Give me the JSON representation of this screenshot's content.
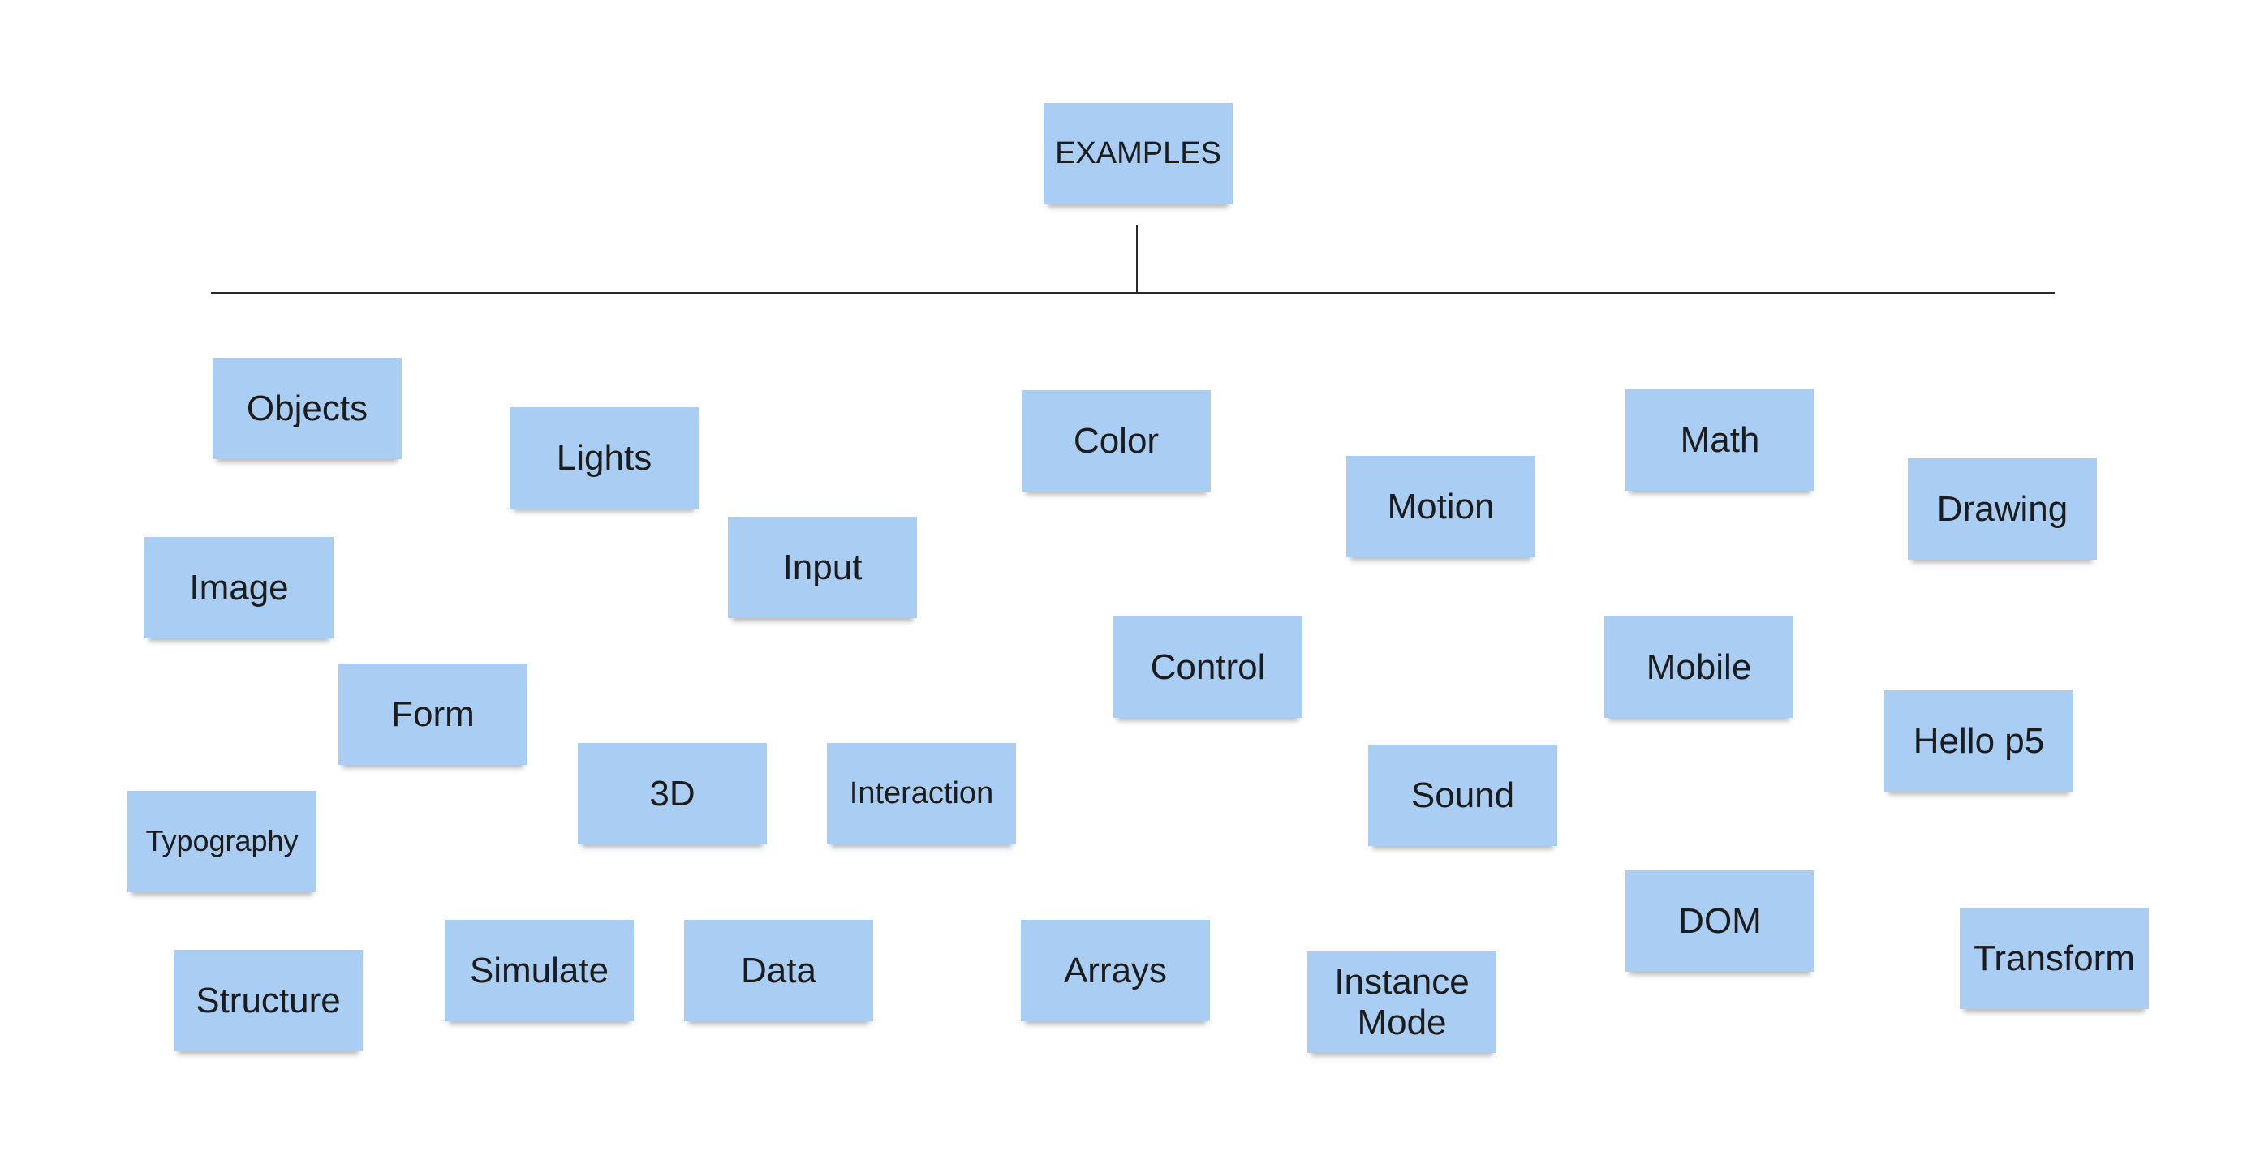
{
  "root": {
    "label": "EXAMPLES"
  },
  "notes": {
    "objects": "Objects",
    "lights": "Lights",
    "color": "Color",
    "motion": "Motion",
    "math": "Math",
    "drawing": "Drawing",
    "image": "Image",
    "input": "Input",
    "control": "Control",
    "mobile": "Mobile",
    "form": "Form",
    "hello_p5": "Hello p5",
    "typography": "Typography",
    "three_d": "3D",
    "interaction": "Interaction",
    "sound": "Sound",
    "dom": "DOM",
    "transform": "Transform",
    "structure": "Structure",
    "simulate": "Simulate",
    "data": "Data",
    "arrays": "Arrays",
    "instance_mode": "Instance Mode"
  },
  "colors": {
    "note": "#a9cdf3",
    "line": "#2a2a2a",
    "background": "#ffffff"
  }
}
